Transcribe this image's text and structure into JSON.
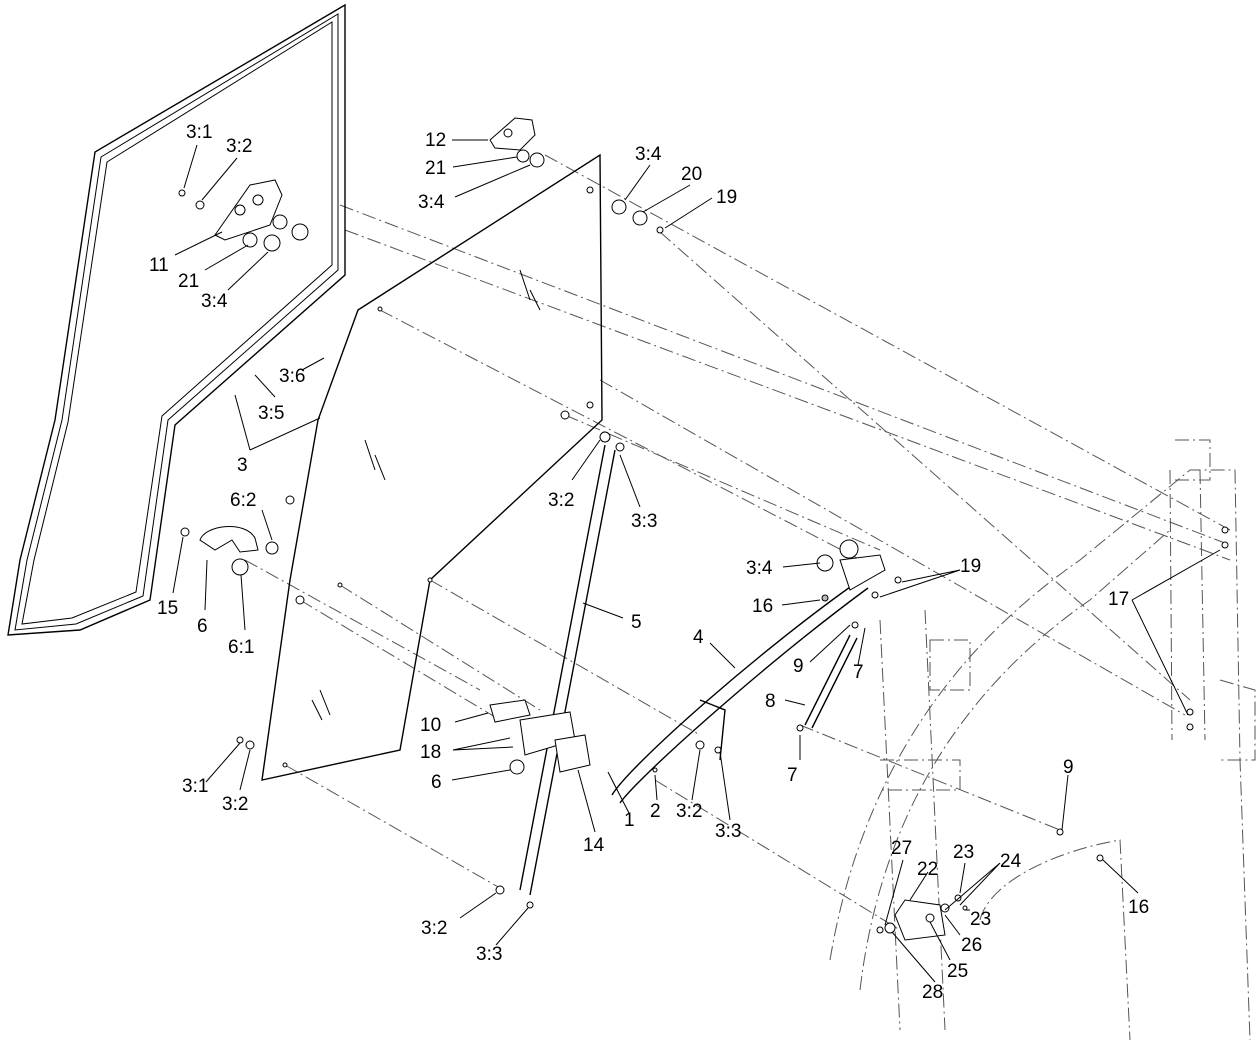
{
  "callouts": {
    "c_3_1_top": "3:1",
    "c_3_2_top": "3:2",
    "c_11": "11",
    "c_21_left": "21",
    "c_3_4_left": "3:4",
    "c_12": "12",
    "c_21_top": "21",
    "c_3_4_topmid": "3:4",
    "c_3_4_topright": "3:4",
    "c_20": "20",
    "c_19_top": "19",
    "c_3_6": "3:6",
    "c_3_5": "3:5",
    "c_3": "3",
    "c_3_2_mid": "3:2",
    "c_3_3_mid": "3:3",
    "c_6_2": "6:2",
    "c_15": "15",
    "c_6_left": "6",
    "c_6_1": "6:1",
    "c_5": "5",
    "c_4": "4",
    "c_3_4_right": "3:4",
    "c_19_right": "19",
    "c_16_right": "16",
    "c_9_mid": "9",
    "c_7_upper": "7",
    "c_8": "8",
    "c_7_lower": "7",
    "c_10": "10",
    "c_18": "18",
    "c_6_lower": "6",
    "c_3_1_low": "3:1",
    "c_3_2_low": "3:2",
    "c_14": "14",
    "c_1": "1",
    "c_2": "2",
    "c_3_2_bracket": "3:2",
    "c_3_3_bracket": "3:3",
    "c_3_2_bottom": "3:2",
    "c_3_3_bottom": "3:3",
    "c_17": "17",
    "c_9_low": "9",
    "c_16_low": "16",
    "c_27": "27",
    "c_22": "22",
    "c_23_top": "23",
    "c_24": "24",
    "c_23_low": "23",
    "c_26": "26",
    "c_25": "25",
    "c_28": "28"
  },
  "icons": {
    "door_seal": "door-seal-icon",
    "glass_panel": "door-glass-icon",
    "cab_frame": "cab-frame-icon",
    "upper_hinge_left": "hinge-icon",
    "upper_hinge_right": "hinge-icon",
    "handle": "door-handle-icon",
    "gas_strut": "gas-strut-icon",
    "brace_rod": "brace-rod-icon",
    "latch_assembly": "latch-icon"
  }
}
